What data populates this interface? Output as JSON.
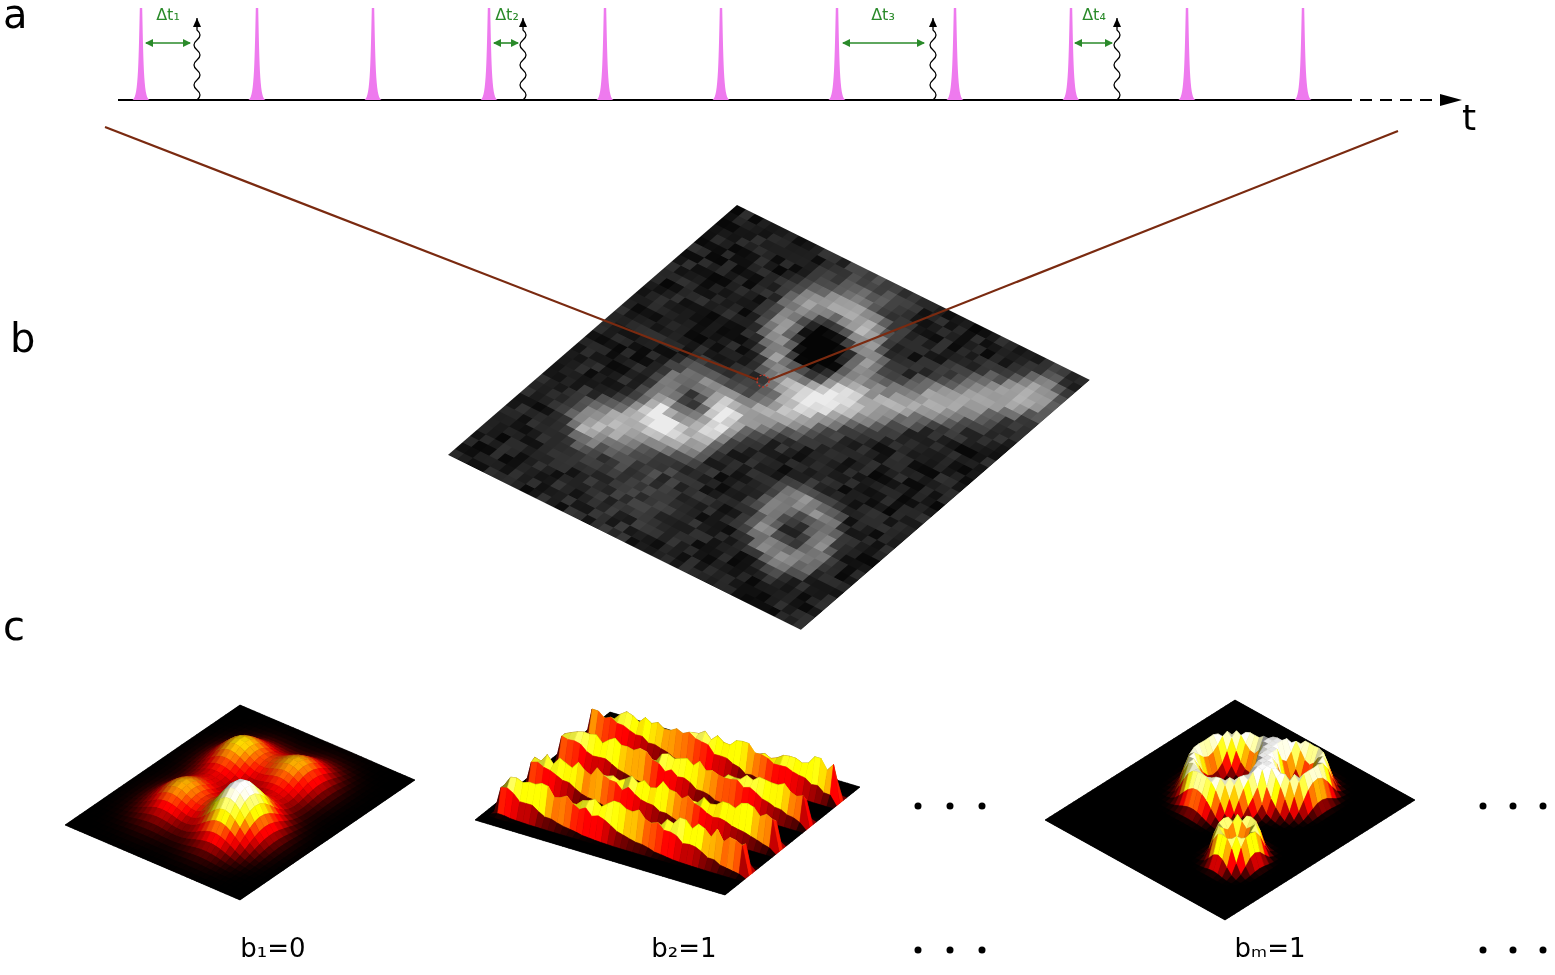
{
  "diagram": {
    "labels": [
      "a",
      "Δt₁",
      "Δt₂",
      "Δt₃",
      "Δt₄",
      "t",
      "b",
      "c",
      "b₁=0",
      "b₂=1",
      "bₘ=1"
    ]
  }
}
